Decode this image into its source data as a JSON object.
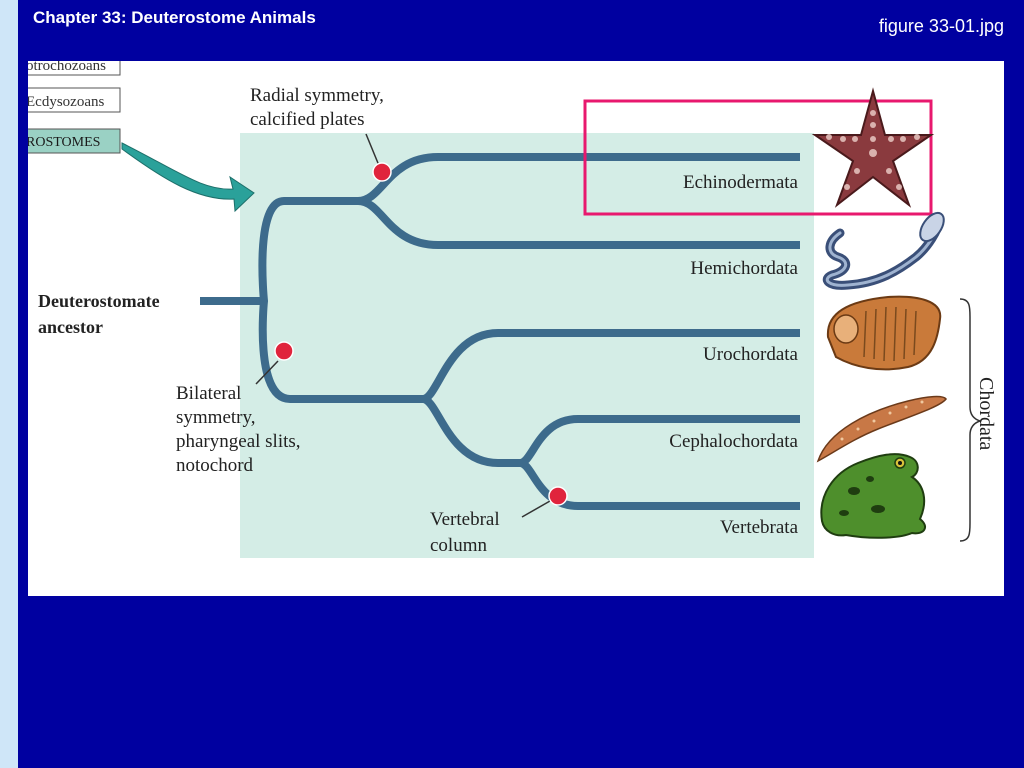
{
  "slide": {
    "title": "Chapter 33: Deuterostome Animals",
    "file_label": "figure 33-01.jpg"
  },
  "diagram": {
    "boxes": [
      "otrochozoans",
      "Ecdysozoans",
      "ROSTOMES"
    ],
    "ancestor_label": [
      "Deuterostomate",
      "ancestor"
    ],
    "taxa": [
      "Echinodermata",
      "Hemichordata",
      "Urochordata",
      "Cephalochordata",
      "Vertebrata"
    ],
    "traits": {
      "radial": [
        "Radial symmetry,",
        "calcified plates"
      ],
      "bilateral": [
        "Bilateral",
        "symmetry,",
        "pharyngeal slits,",
        "notochord"
      ],
      "vertebral": [
        "Vertebral",
        "column"
      ]
    },
    "group_label": "Chordata",
    "colors": {
      "branch": "#3d6b8c",
      "panel": "#d4ede6",
      "node": "#e0243c",
      "highlight": "#e8186e",
      "arrow": "#2aa19a"
    }
  }
}
